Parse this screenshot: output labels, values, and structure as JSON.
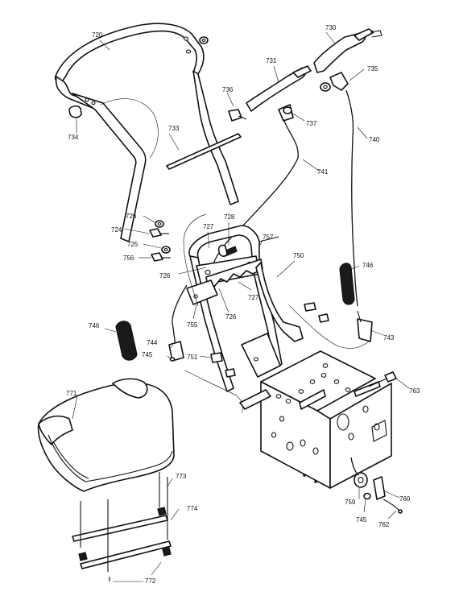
{
  "diagram": {
    "background": "#ffffff",
    "line_color": "#111111",
    "callouts": [
      {
        "id": "c720",
        "text": "720"
      },
      {
        "id": "c730",
        "text": "730"
      },
      {
        "id": "c731",
        "text": "731"
      },
      {
        "id": "c735",
        "text": "735"
      },
      {
        "id": "c736",
        "text": "736"
      },
      {
        "id": "c737",
        "text": "737"
      },
      {
        "id": "c733",
        "text": "733"
      },
      {
        "id": "c734",
        "text": "734"
      },
      {
        "id": "c740",
        "text": "740"
      },
      {
        "id": "c741",
        "text": "741"
      },
      {
        "id": "c726a",
        "text": "726"
      },
      {
        "id": "c724",
        "text": "724"
      },
      {
        "id": "c725",
        "text": "725"
      },
      {
        "id": "c756",
        "text": "756"
      },
      {
        "id": "c727a",
        "text": "727"
      },
      {
        "id": "c728",
        "text": "728"
      },
      {
        "id": "c757",
        "text": "757"
      },
      {
        "id": "c750",
        "text": "750"
      },
      {
        "id": "c746a",
        "text": "746"
      },
      {
        "id": "c726b",
        "text": "726"
      },
      {
        "id": "c727b",
        "text": "727"
      },
      {
        "id": "c726c",
        "text": "726"
      },
      {
        "id": "c755",
        "text": "755"
      },
      {
        "id": "c746b",
        "text": "746"
      },
      {
        "id": "c743",
        "text": "743"
      },
      {
        "id": "c744",
        "text": "744"
      },
      {
        "id": "c745a",
        "text": "745"
      },
      {
        "id": "c751",
        "text": "751"
      },
      {
        "id": "c763",
        "text": "763"
      },
      {
        "id": "c771",
        "text": "771"
      },
      {
        "id": "c773",
        "text": "773"
      },
      {
        "id": "c774",
        "text": "774"
      },
      {
        "id": "c760",
        "text": "760"
      },
      {
        "id": "c759",
        "text": "759"
      },
      {
        "id": "c745b",
        "text": "745"
      },
      {
        "id": "c762",
        "text": "762"
      },
      {
        "id": "c772",
        "text": "772"
      }
    ]
  }
}
